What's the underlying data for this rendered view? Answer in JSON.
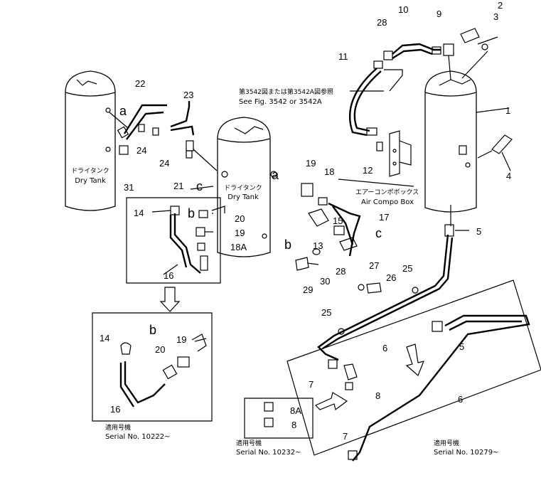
{
  "parts": {
    "p1": "1",
    "p2": "2",
    "p3": "3",
    "p4": "4",
    "p5": "5",
    "p5b": "5",
    "p6": "6",
    "p6b": "6",
    "p7": "7",
    "p7b": "7",
    "p8": "8",
    "p8b": "8",
    "p8a": "8A",
    "p9": "9",
    "p10": "10",
    "p11": "11",
    "p12": "12",
    "p13": "13",
    "p14": "14",
    "p14b": "14",
    "p15": "15",
    "p16": "16",
    "p16b": "16",
    "p17": "17",
    "p18": "18",
    "p18a": "18A",
    "p19": "19",
    "p19b": "19",
    "p19c": "19",
    "p20": "20",
    "p20b": "20",
    "p21": "21",
    "p22": "22",
    "p23": "23",
    "p24": "24",
    "p24b": "24",
    "p25": "25",
    "p25b": "25",
    "p26": "26",
    "p27": "27",
    "p28": "28",
    "p28b": "28",
    "p29": "29",
    "p30": "30",
    "p31": "31"
  },
  "letters": {
    "a1": "a",
    "a2": "a",
    "b1": "b",
    "b2": "b",
    "b3": "b",
    "c1": "c",
    "c2": "c"
  },
  "tank_left": {
    "jp": "ドライタンク",
    "en": "Dry Tank"
  },
  "tank_mid": {
    "jp": "ドライタンク",
    "en": "Dry Tank"
  },
  "reference": {
    "jp": "第3542図または第3542A図参照",
    "en": "See Fig. 3542 or 3542A"
  },
  "compo_box": {
    "jp": "エアーコンポボックス",
    "en": "Air Compo Box"
  },
  "serials": {
    "s1_jp": "適用号機",
    "s1_en": "Serial No. 10222~",
    "s2_jp": "適用号機",
    "s2_en": "Serial No. 10232~",
    "s3_jp": "適用号機",
    "s3_en": "Serial No. 10279~"
  }
}
